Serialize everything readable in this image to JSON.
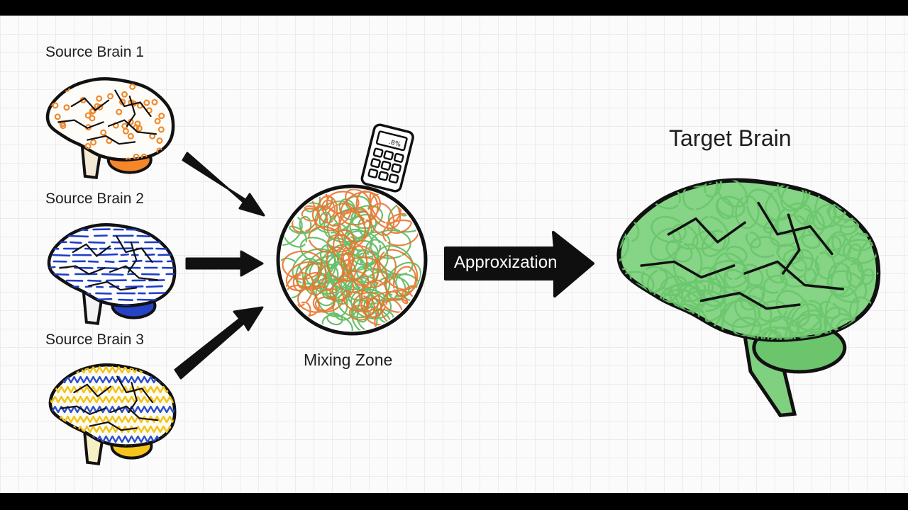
{
  "labels": {
    "source_1": "Source Brain 1",
    "source_2": "Source Brain 2",
    "source_3": "Source Brain 3",
    "mixing_zone": "Mixing Zone",
    "approximation": "Approxization",
    "target": "Target Brain"
  },
  "colors": {
    "source_1": "#f08a2c",
    "source_1_cerebellum": "#f5862a",
    "source_2": "#1d3ec9",
    "source_2_cerebellum": "#2643c6",
    "source_3": "#f2c318",
    "source_3_lines": "#2a4fd0",
    "source_3_cerebellum": "#f5c51c",
    "mix_green": "#5cb85c",
    "mix_orange": "#e8742c",
    "target": "#69c56c",
    "target_fill": "#8fd98e",
    "outline": "#111111",
    "arrow": "#111111"
  },
  "icons": {
    "calculator": "calculator-icon"
  }
}
